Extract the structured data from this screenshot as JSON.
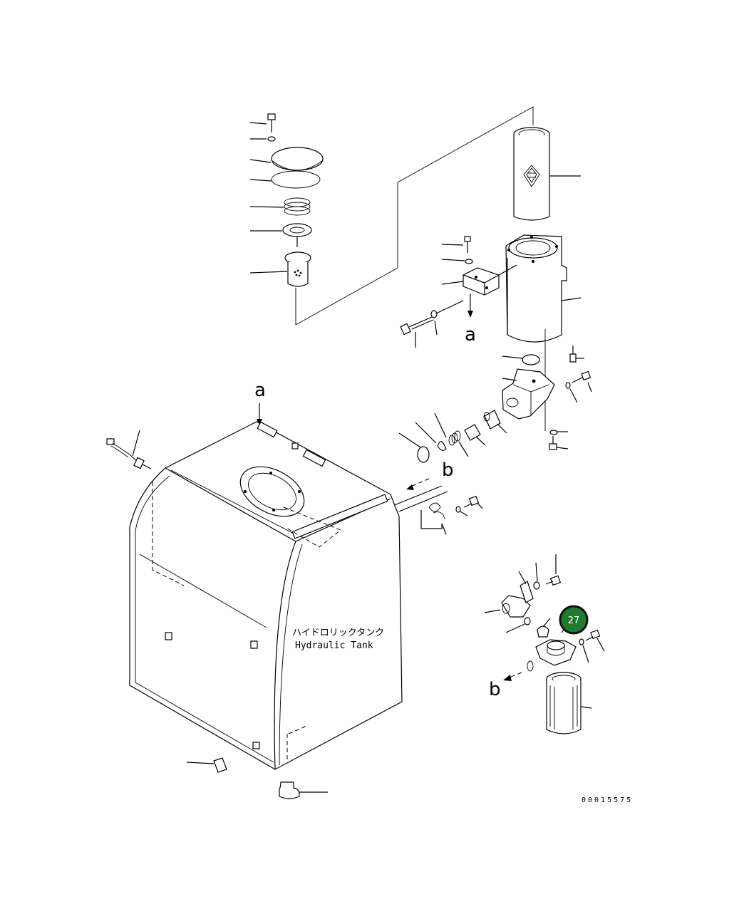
{
  "labels": {
    "tank_jp": "ハイドロリックタンク",
    "tank_en": "Hydraulic Tank",
    "ref_a_top": "a",
    "ref_a_tank": "a",
    "ref_b_right": "b",
    "ref_b_filter": "b",
    "drawing_number": "00015575"
  },
  "callout": {
    "number": "27",
    "color": "#1f7a2e",
    "ring_color": "#111111"
  }
}
